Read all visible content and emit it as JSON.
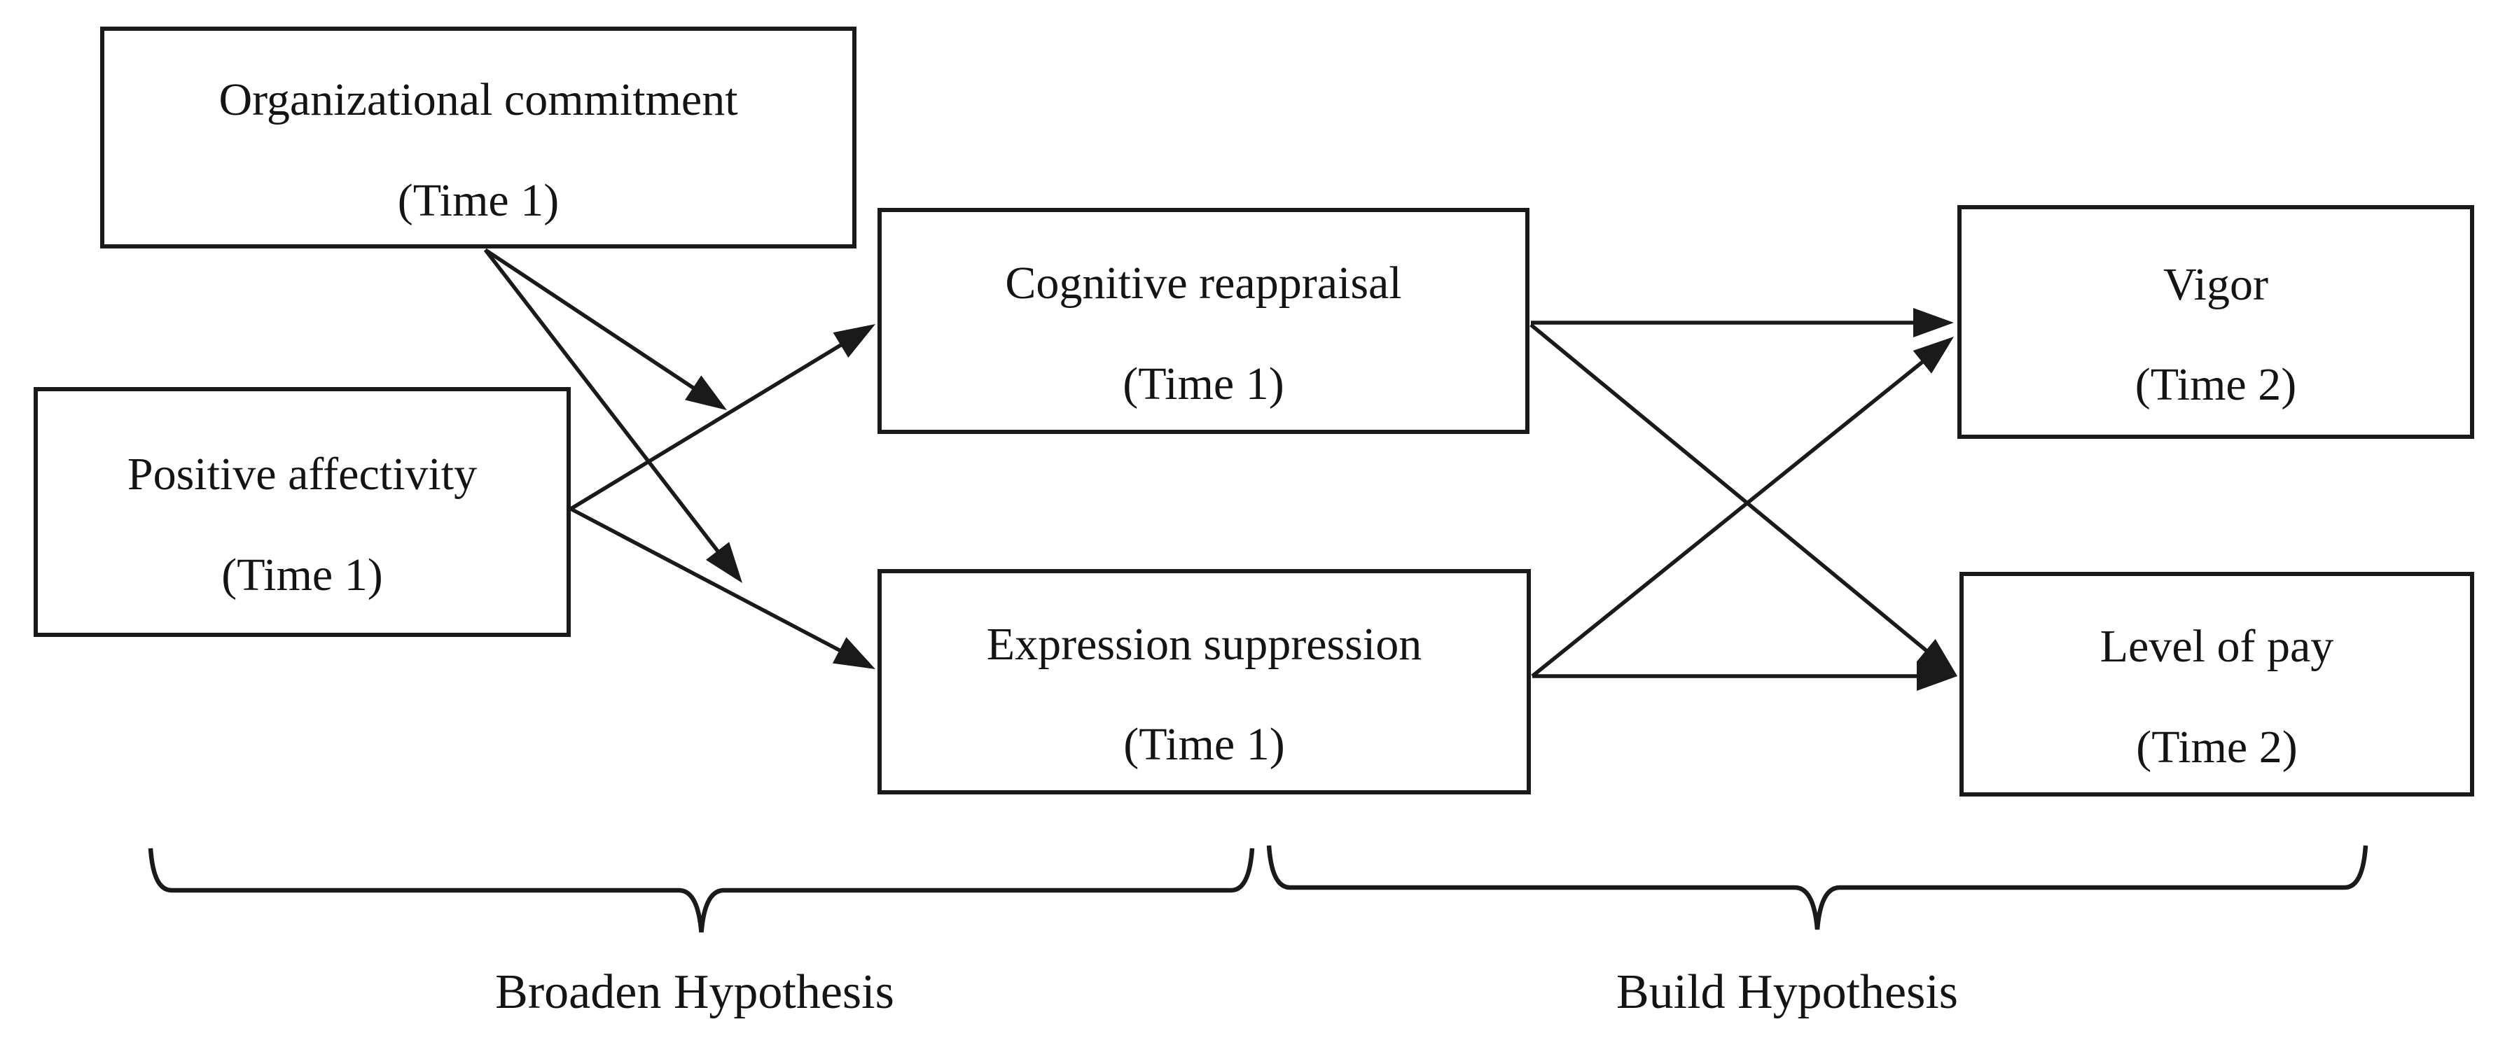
{
  "diagram": {
    "background_color": "#ffffff",
    "ink_color": "#1a1a1a",
    "boxes": [
      {
        "id": "organizational-commitment",
        "label": "Organizational commitment",
        "sublabel": "(Time 1)"
      },
      {
        "id": "positive-affectivity",
        "label": "Positive affectivity",
        "sublabel": "(Time 1)"
      },
      {
        "id": "cognitive-reappraisal",
        "label": "Cognitive reappraisal",
        "sublabel": "(Time 1)"
      },
      {
        "id": "expression-suppression",
        "label": "Expression suppression",
        "sublabel": "(Time 1)"
      },
      {
        "id": "vigor",
        "label": "Vigor",
        "sublabel": "(Time 2)"
      },
      {
        "id": "level-of-pay",
        "label": "Level of pay",
        "sublabel": "(Time 2)"
      }
    ],
    "edges": [
      {
        "from": "organizational-commitment",
        "to": "cognitive-reappraisal"
      },
      {
        "from": "organizational-commitment",
        "to": "expression-suppression"
      },
      {
        "from": "positive-affectivity",
        "to": "cognitive-reappraisal"
      },
      {
        "from": "positive-affectivity",
        "to": "expression-suppression"
      },
      {
        "from": "cognitive-reappraisal",
        "to": "vigor"
      },
      {
        "from": "cognitive-reappraisal",
        "to": "level-of-pay"
      },
      {
        "from": "expression-suppression",
        "to": "vigor"
      },
      {
        "from": "expression-suppression",
        "to": "level-of-pay"
      }
    ],
    "braces": [
      {
        "id": "broaden",
        "label": "Broaden Hypothesis"
      },
      {
        "id": "build",
        "label": "Build Hypothesis"
      }
    ]
  }
}
